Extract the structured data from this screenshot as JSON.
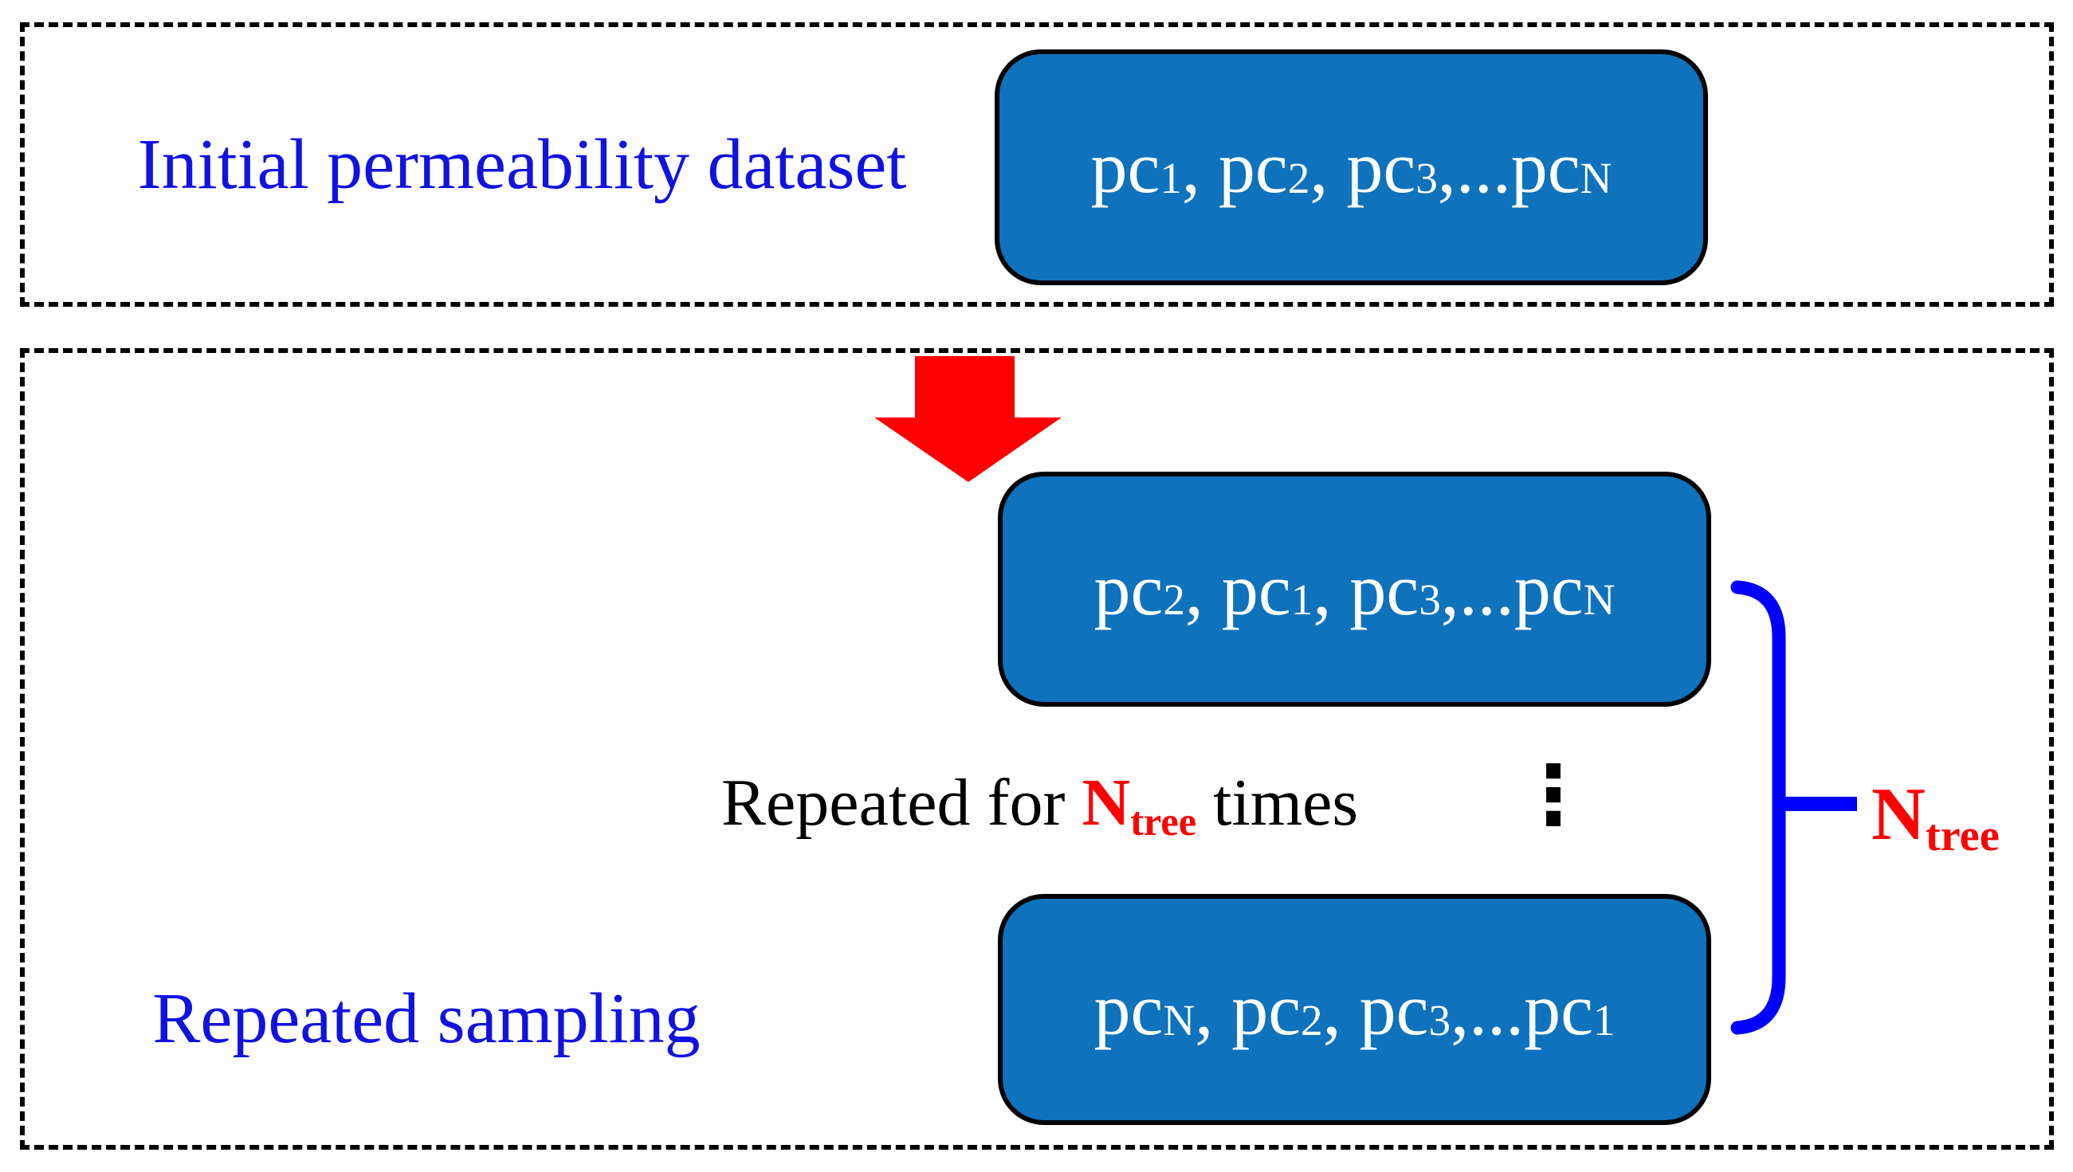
{
  "colors": {
    "background": "#FFFFFF",
    "dashed_border": "#000000",
    "box_fill": "#0E72BC",
    "box_border": "#000000",
    "box_text": "#FFFFFF",
    "label_blue": "#1212E0",
    "accent_red": "#FF0000",
    "brace_blue": "#0000FF",
    "text_black": "#000000"
  },
  "top_panel": {
    "label": "Initial permeability dataset",
    "box_segments": [
      {
        "text": "pc"
      },
      {
        "text": "1",
        "sub": true
      },
      {
        "text": ", pc"
      },
      {
        "text": "2",
        "sub": true
      },
      {
        "text": ", pc"
      },
      {
        "text": "3",
        "sub": true
      },
      {
        "text": ",...pc"
      },
      {
        "text": "N",
        "sub": true
      }
    ]
  },
  "bottom_panel": {
    "label": "Repeated sampling",
    "sample_box_1_segments": [
      {
        "text": "pc"
      },
      {
        "text": "2",
        "sub": true
      },
      {
        "text": ", pc"
      },
      {
        "text": "1",
        "sub": true
      },
      {
        "text": ", pc"
      },
      {
        "text": "3",
        "sub": true
      },
      {
        "text": ",...pc"
      },
      {
        "text": "N",
        "sub": true
      }
    ],
    "sample_box_2_segments": [
      {
        "text": "pc"
      },
      {
        "text": "N",
        "sub": true
      },
      {
        "text": ", pc"
      },
      {
        "text": "2",
        "sub": true
      },
      {
        "text": ", pc"
      },
      {
        "text": "3",
        "sub": true
      },
      {
        "text": ",...pc"
      },
      {
        "text": "1",
        "sub": true
      }
    ],
    "caption_segments": [
      {
        "text": "Repeated for "
      },
      {
        "text": "N",
        "bold": true,
        "color": "#FF0000"
      },
      {
        "text": "tree",
        "sub": true,
        "bold": true,
        "color": "#FF0000"
      },
      {
        "text": " times"
      }
    ],
    "ellipsis": "⋮",
    "brace_label_segments": [
      {
        "text": "N",
        "bold": true,
        "color": "#FF0000"
      },
      {
        "text": "tree",
        "sub": true,
        "bold": true,
        "color": "#FF0000"
      }
    ]
  }
}
